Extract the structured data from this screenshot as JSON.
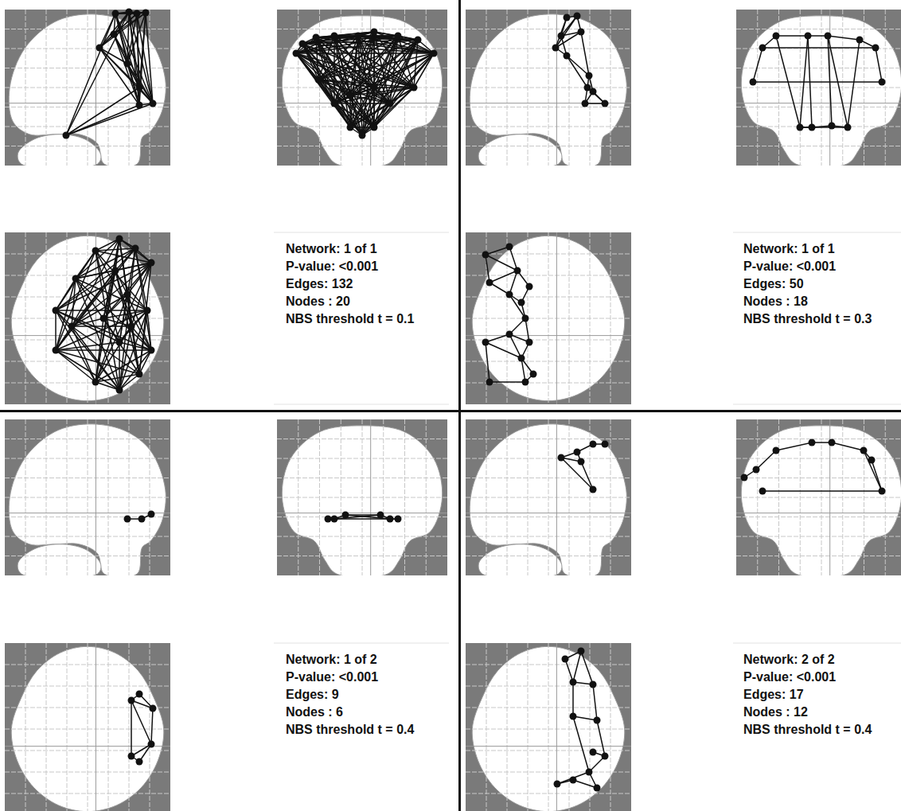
{
  "diagram": {
    "labels": [
      "Network: 1 of 1",
      "P-value: <0.001",
      "Edges: 132",
      "Nodes : 20",
      "NBS threshold t = 0.1",
      "Network: 1 of 1",
      "P-value: <0.001",
      "Edges: 50",
      "Nodes : 18",
      "NBS threshold t = 0.3",
      "Network: 1 of 2",
      "P-value: <0.001",
      "Edges: 9",
      "Nodes : 6",
      "NBS threshold t = 0.4",
      "Network: 2 of 2",
      "P-value: <0.001",
      "Edges: 17",
      "Nodes : 12",
      "NBS threshold t = 0.4"
    ]
  }
}
